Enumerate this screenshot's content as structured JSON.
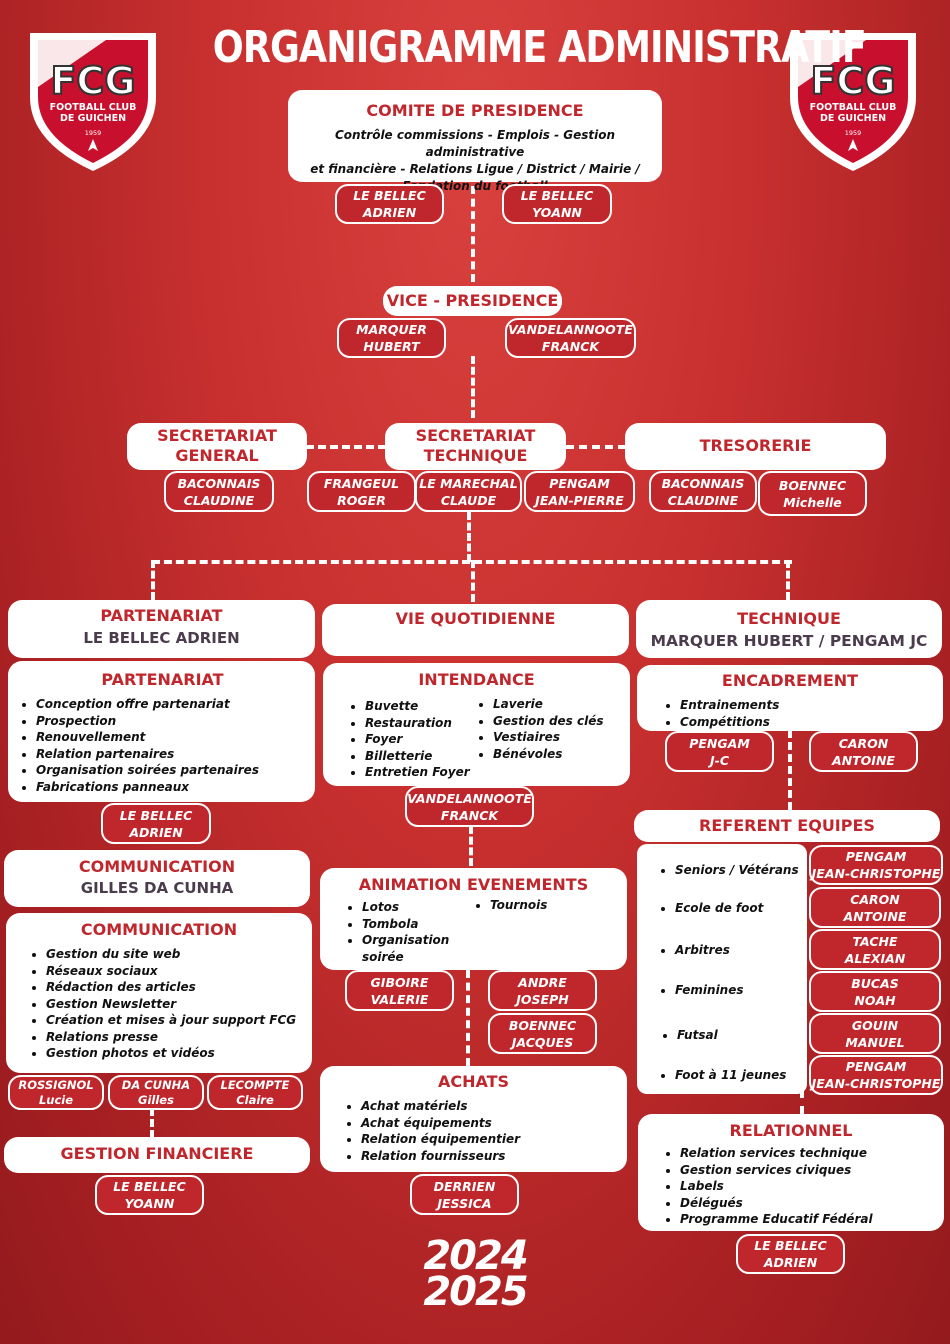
{
  "header": {
    "title": "ORGANIGRAMME ADMINISTRATIF"
  },
  "logo": {
    "monogram": "FCG",
    "line1": "FOOTBALL CLUB",
    "line2": "DE GUICHEN",
    "year": "1959"
  },
  "comite": {
    "title": "COMITE DE PRESIDENCE",
    "desc1": "Contrôle commissions - Emplois - Gestion administrative",
    "desc2": "et financière - Relations Ligue / District / Mairie /",
    "desc3": "Fondation du football",
    "members": [
      [
        "LE BELLEC",
        "ADRIEN"
      ],
      [
        "LE BELLEC",
        "YOANN"
      ]
    ]
  },
  "vice": {
    "title": "VICE - PRESIDENCE",
    "members": [
      [
        "MARQUER",
        "HUBERT"
      ],
      [
        "VANDELANNOOTE",
        "FRANCK"
      ]
    ]
  },
  "secgen": {
    "title1": "SECRETARIAT",
    "title2": "GENERAL",
    "members": [
      [
        "BACONNAIS",
        "CLAUDINE"
      ]
    ]
  },
  "sectech": {
    "title1": "SECRETARIAT",
    "title2": "TECHNIQUE",
    "members": [
      [
        "FRANGEUL",
        "ROGER"
      ],
      [
        "LE MARECHAL",
        "CLAUDE"
      ],
      [
        "PENGAM",
        "JEAN-PIERRE"
      ]
    ]
  },
  "tresorerie": {
    "title": "TRESORERIE",
    "members": [
      [
        "BACONNAIS",
        "CLAUDINE"
      ],
      [
        "BOENNEC",
        "Michelle"
      ]
    ]
  },
  "partenariat_head": {
    "title": "PARTENARIAT",
    "sub": "LE BELLEC ADRIEN"
  },
  "partenariat": {
    "title": "PARTENARIAT",
    "items": [
      "Conception offre partenariat",
      "Prospection",
      "Renouvellement",
      "Relation partenaires",
      "Organisation soirées partenaires",
      "Fabrications panneaux"
    ],
    "members": [
      [
        "LE BELLEC",
        "ADRIEN"
      ]
    ]
  },
  "communication_head": {
    "title": "COMMUNICATION",
    "sub": "GILLES DA CUNHA"
  },
  "communication": {
    "title": "COMMUNICATION",
    "items": [
      "Gestion du site web",
      "Réseaux sociaux",
      "Rédaction des articles",
      "Gestion Newsletter",
      "Création et mises à jour support FCG",
      "Relations presse",
      "Gestion photos et vidéos"
    ],
    "members": [
      [
        "ROSSIGNOL",
        "Lucie"
      ],
      [
        "DA CUNHA",
        "Gilles"
      ],
      [
        "LECOMPTE",
        "Claire"
      ]
    ]
  },
  "gestion_fin": {
    "title": "GESTION FINANCIERE",
    "members": [
      [
        "LE BELLEC",
        "YOANN"
      ]
    ]
  },
  "vie_quotidienne": {
    "title": "VIE QUOTIDIENNE"
  },
  "intendance": {
    "title": "INTENDANCE",
    "col1": [
      "Buvette",
      "Restauration",
      "Foyer",
      "Billetterie",
      "Entretien Foyer"
    ],
    "col2": [
      "Laverie",
      "Gestion des clés",
      "Vestiaires",
      "Bénévoles"
    ],
    "members": [
      [
        "VANDELANNOOTE",
        "FRANCK"
      ]
    ]
  },
  "animation": {
    "title": "ANIMATION EVENEMENTS",
    "col1": [
      "Lotos",
      "Tombola",
      "Organisation soirée"
    ],
    "col2": [
      "Tournois"
    ],
    "members": [
      [
        "GIBOIRE",
        "VALERIE"
      ],
      [
        "ANDRE",
        "JOSEPH"
      ],
      [
        "BOENNEC",
        "JACQUES"
      ]
    ]
  },
  "achats": {
    "title": "ACHATS",
    "items": [
      "Achat matériels",
      "Achat équipements",
      "Relation équipementier",
      "Relation fournisseurs"
    ],
    "members": [
      [
        "DERRIEN",
        "JESSICA"
      ]
    ]
  },
  "technique_head": {
    "title": "TECHNIQUE",
    "sub": "MARQUER HUBERT / PENGAM JC"
  },
  "encadrement": {
    "title": "ENCADREMENT",
    "items": [
      "Entrainements",
      "Compétitions"
    ],
    "members": [
      [
        "PENGAM",
        "J-C"
      ],
      [
        "CARON",
        "ANTOINE"
      ]
    ]
  },
  "referent": {
    "title": "REFERENT EQUIPES",
    "items": [
      "Seniors / Vétérans",
      "Ecole de foot",
      "Arbitres",
      "Feminines",
      "Futsal",
      "Foot à 11 jeunes"
    ],
    "members": [
      [
        "PENGAM",
        "JEAN-CHRISTOPHE"
      ],
      [
        "CARON",
        "ANTOINE"
      ],
      [
        "TACHE",
        "ALEXIAN"
      ],
      [
        "BUCAS",
        "NOAH"
      ],
      [
        "GOUIN",
        "MANUEL"
      ],
      [
        "PENGAM",
        "JEAN-CHRISTOPHE"
      ]
    ]
  },
  "relationnel": {
    "title": "RELATIONNEL",
    "items": [
      "Relation services technique",
      "Gestion services civiques",
      "Labels",
      "Délégués",
      "Programme Educatif Fédéral"
    ],
    "members": [
      [
        "LE BELLEC",
        "ADRIEN"
      ]
    ]
  },
  "season": {
    "line1": "2024",
    "line2": "2025"
  }
}
